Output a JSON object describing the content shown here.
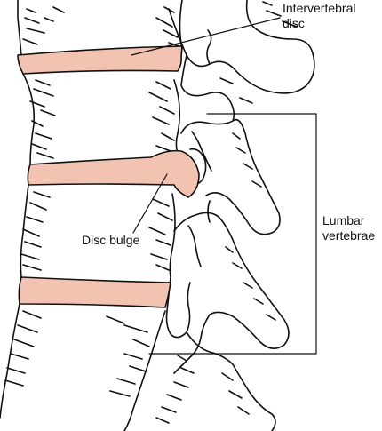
{
  "labels": {
    "intervertebral_disc": {
      "line1": "Intervertebral",
      "line2": "disc"
    },
    "disc_bulge": "Disc bulge",
    "lumbar_vertebrae": {
      "line1": "Lumbar",
      "line2": "vertebrae"
    }
  },
  "colors": {
    "disc_fill": "#f2c3b1",
    "outline": "#111111",
    "background": "#ffffff"
  }
}
